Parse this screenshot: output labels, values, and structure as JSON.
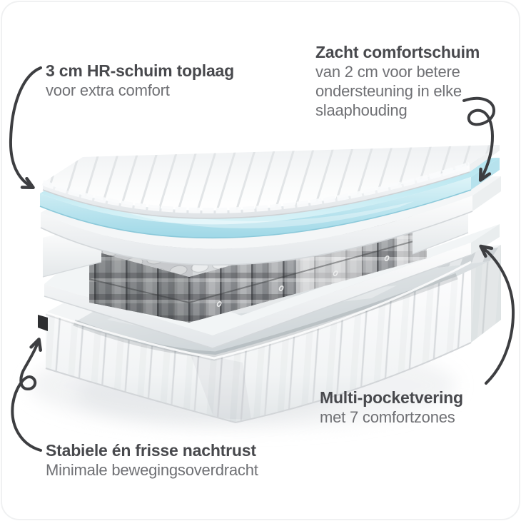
{
  "annotations": {
    "top_left": {
      "title": "3 cm HR-schuim toplaag",
      "subtitle": "voor extra comfort"
    },
    "top_right": {
      "title": "Zacht comfortschuim",
      "line1": "van 2 cm voor betere",
      "line2": "ondersteuning in elke",
      "line3": "slaaphouding"
    },
    "bottom_right": {
      "title": "Multi-pocketvering",
      "subtitle": "met 7 comfortzones"
    },
    "bottom_left": {
      "title": "Stabiele én frisse nachtrust",
      "subtitle": "Minimale bewegingsoverdracht"
    }
  },
  "colors": {
    "heading_text": "#48494d",
    "body_text": "#6f7074",
    "arrow": "#3d3e41",
    "comfort_foam_blue": "#bfe7f0",
    "spring_gray": "#8e9194",
    "foam_white": "#f4f6f7",
    "base_interior_gray": "#ccd3d7",
    "tag_black": "#2d2e30"
  }
}
